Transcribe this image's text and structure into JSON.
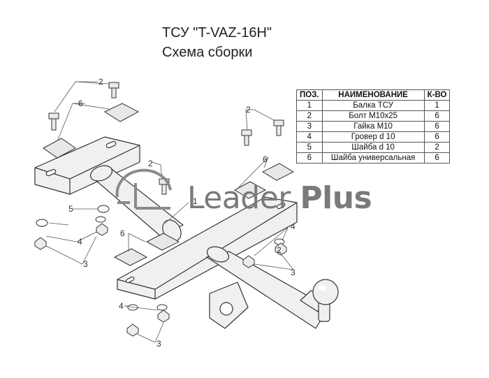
{
  "title": "ТСУ \"T-VAZ-16H\"",
  "subtitle": "Схема сборки",
  "table": {
    "headers": [
      "ПОЗ.",
      "НАИМЕНОВАНИЕ",
      "К-ВО"
    ],
    "rows": [
      [
        "1",
        "Балка ТСУ",
        "1"
      ],
      [
        "2",
        "Болт М10х25",
        "6"
      ],
      [
        "3",
        "Гайка М10",
        "6"
      ],
      [
        "4",
        "Гровер d 10",
        "6"
      ],
      [
        "5",
        "Шайба d 10",
        "2"
      ],
      [
        "6",
        "Шайба универсальная",
        "6"
      ]
    ]
  },
  "watermark": {
    "word1": "Leader",
    "word2": "Plus",
    "color": "#7a7a7a"
  },
  "callouts": [
    "2",
    "6",
    "2",
    "6",
    "2",
    "1",
    "5",
    "4",
    "3",
    "6",
    "4",
    "2",
    "3",
    "4",
    "3"
  ],
  "colors": {
    "part_fill": "#f0f0f2",
    "part_stroke": "#333333",
    "leader": "#555555"
  }
}
